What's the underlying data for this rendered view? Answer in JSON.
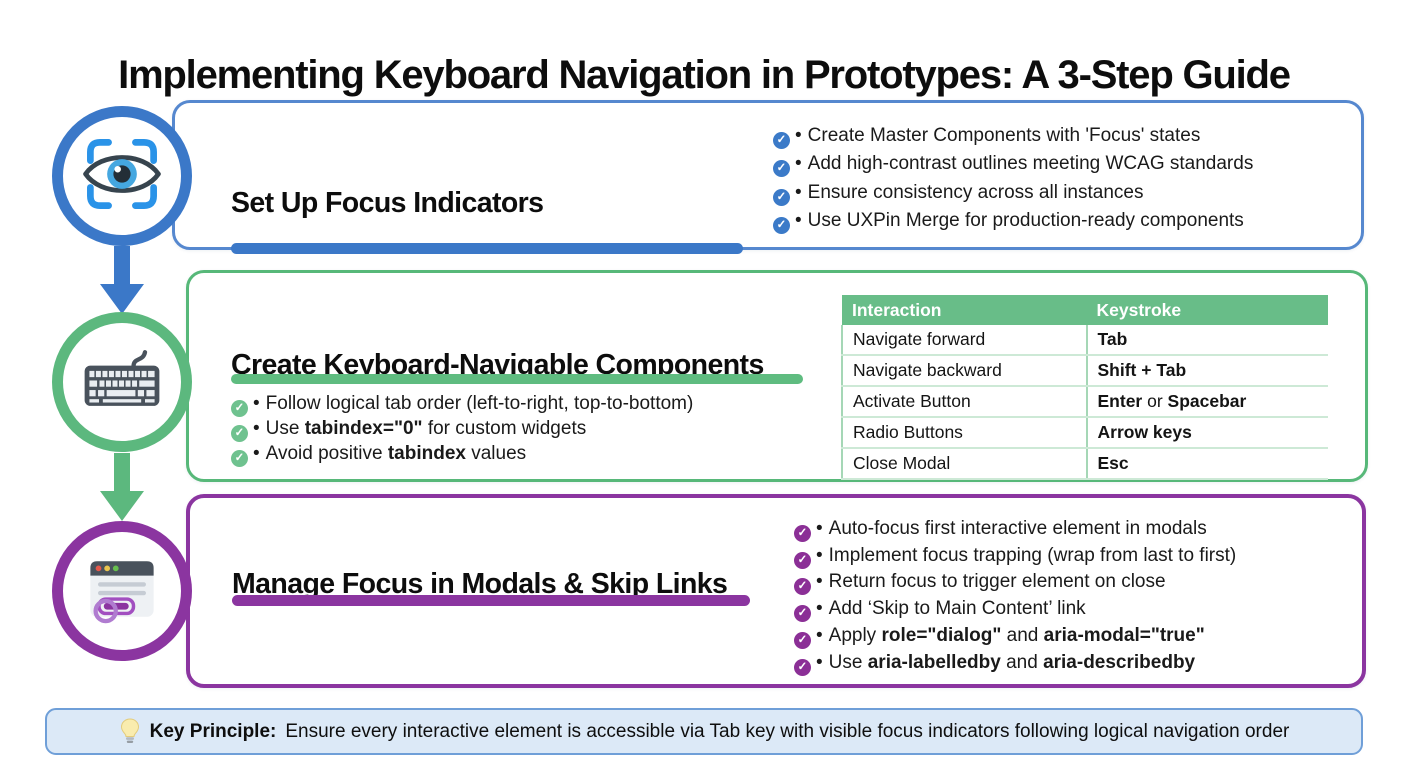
{
  "title": "Implementing Keyboard Navigation in Prototypes: A 3-Step Guide",
  "steps": [
    {
      "title": "Set Up Focus Indicators",
      "accent": "#3b78c8",
      "check_color": "#3b7ac8",
      "icon": "eye-focus-icon",
      "bullets": [
        [
          {
            "text": "Create Master Components with 'Focus' states"
          }
        ],
        [
          {
            "text": "Add high-contrast outlines meeting WCAG standards"
          }
        ],
        [
          {
            "text": "Ensure consistency across all instances"
          }
        ],
        [
          {
            "text": "Use UXPin Merge for production-ready components"
          }
        ]
      ]
    },
    {
      "title": "Create Keyboard-Navigable Components",
      "accent": "#5fbc80",
      "check_color": "#6fc28f",
      "icon": "keyboard-icon",
      "bullets": [
        [
          {
            "text": "Follow logical tab order (left-to-right, top-to-bottom)"
          }
        ],
        [
          {
            "text": "Use "
          },
          {
            "text": "tabindex=\"0\"",
            "bold": true
          },
          {
            "text": " for custom widgets"
          }
        ],
        [
          {
            "text": "Avoid positive "
          },
          {
            "text": "tabindex",
            "bold": true
          },
          {
            "text": " values"
          }
        ]
      ]
    },
    {
      "title": "Manage Focus in Modals & Skip Links",
      "accent": "#8b35a0",
      "check_color": "#8b2f96",
      "icon": "browser-modal-icon",
      "bullets": [
        [
          {
            "text": "Auto-focus first interactive element in modals"
          }
        ],
        [
          {
            "text": "Implement focus trapping (wrap from last to first)"
          }
        ],
        [
          {
            "text": "Return focus to trigger element on close"
          }
        ],
        [
          {
            "text": "Add ‘Skip to Main Content’ link"
          }
        ],
        [
          {
            "text": "Apply "
          },
          {
            "text": "role=\"dialog\"",
            "bold": true
          },
          {
            "text": " and "
          },
          {
            "text": "aria-modal=\"true\"",
            "bold": true
          }
        ],
        [
          {
            "text": "Use "
          },
          {
            "text": "aria-labelledby",
            "bold": true
          },
          {
            "text": " and "
          },
          {
            "text": "aria-describedby",
            "bold": true
          }
        ]
      ]
    }
  ],
  "keystroke_table": {
    "headers": [
      "Interaction",
      "Keystroke"
    ],
    "rows": [
      {
        "interaction": "Navigate forward",
        "keystroke": [
          {
            "text": "Tab",
            "bold": true
          }
        ]
      },
      {
        "interaction": "Navigate backward",
        "keystroke": [
          {
            "text": "Shift + Tab",
            "bold": true
          }
        ]
      },
      {
        "interaction": "Activate Button",
        "keystroke": [
          {
            "text": "Enter",
            "bold": true
          },
          {
            "text": " or "
          },
          {
            "text": "Spacebar",
            "bold": true
          }
        ]
      },
      {
        "interaction": "Radio Buttons",
        "keystroke": [
          {
            "text": "Arrow keys",
            "bold": true
          }
        ]
      },
      {
        "interaction": "Close Modal",
        "keystroke": [
          {
            "text": "Esc",
            "bold": true
          }
        ]
      }
    ]
  },
  "key_principle": {
    "icon": "lightbulb-icon",
    "label": "Key Principle:",
    "text": "Ensure every interactive element is accessible via Tab key with visible focus indicators following logical navigation order"
  },
  "colors": {
    "blue": "#3b78c8",
    "green": "#5fbc80",
    "purple": "#8b35a0",
    "table_header_green": "#68bd88",
    "banner_bg": "#dce9f7",
    "banner_border": "#6f9fd8"
  }
}
